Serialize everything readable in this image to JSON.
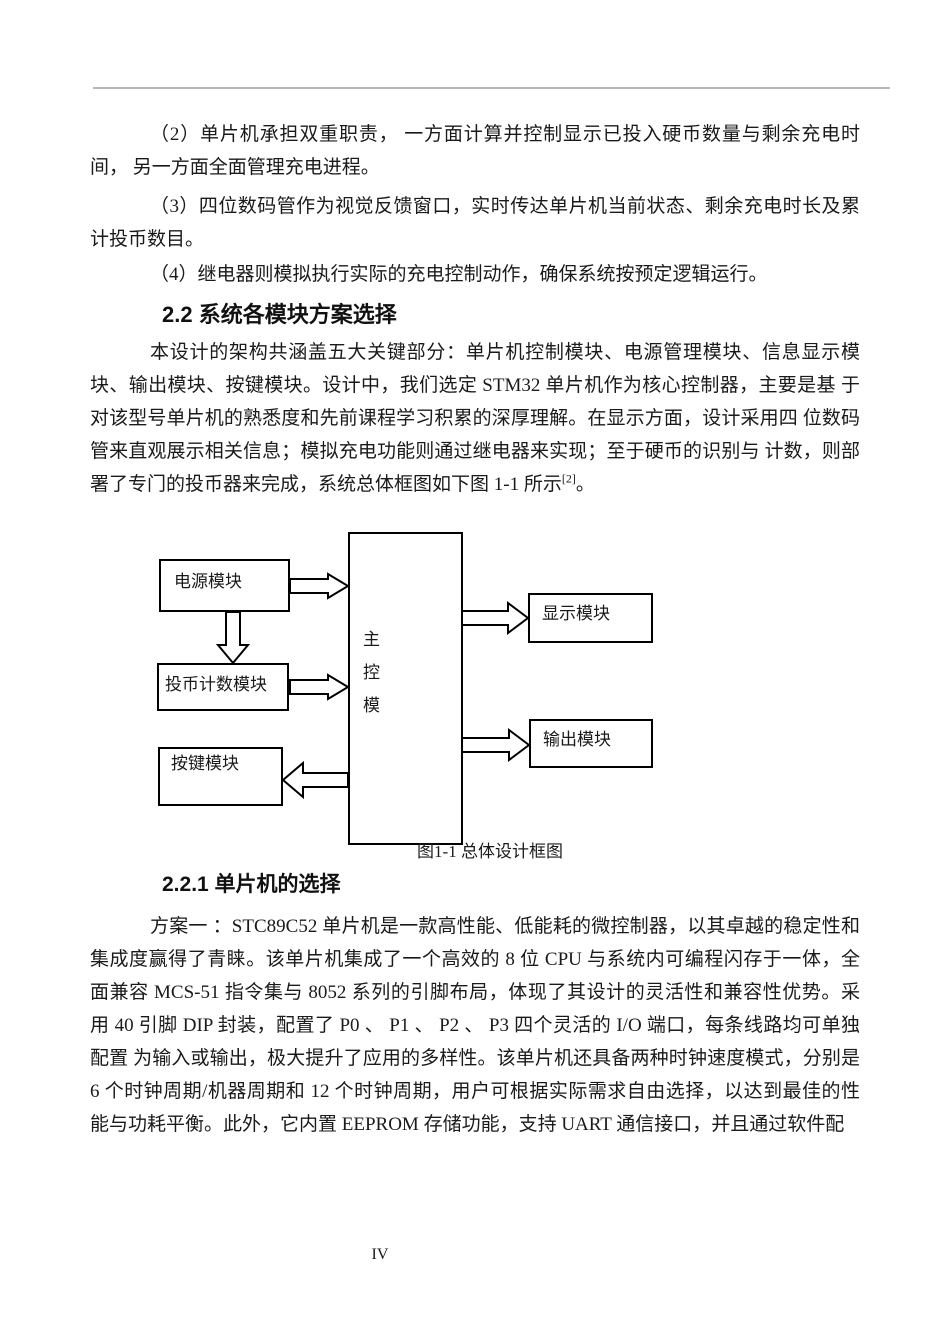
{
  "document": {
    "headings": {
      "section": "2.2 系统各模块方案选择",
      "subsection": "2.2.1 单片机的选择"
    },
    "paragraphs": {
      "p2": "（2）单片机承担双重职责，  一方面计算并控制显示已投入硬币数量与剩余充电时间， 另一方面全面管理充电进程。",
      "p3": "（3）四位数码管作为视觉反馈窗口，实时传达单片机当前状态、剩余充电时长及累计投币数目。",
      "p4": "（4）继电器则模拟执行实际的充电控制动作，确保系统按预定逻辑运行。",
      "intro_text": "本设计的架构共涵盖五大关键部分：单片机控制模块、电源管理模块、信息显示模块、输出模块、按键模块。设计中，我们选定 STM32 单片机作为核心控制器，主要是基 于对该型号单片机的熟悉度和先前课程学习积累的深厚理解。在显示方面，设计采用四 位数码管来直观展示相关信息；模拟充电功能则通过继电器来实现；至于硬币的识别与 计数，则部署了专门的投币器来完成，系统总体框图如下图 1-1 所示",
      "intro_citation": "[2]",
      "intro_end": "。",
      "scheme1": "方案一 ：STC89C52 单片机是一款高性能、低能耗的微控制器，以其卓越的稳定性和 集成度赢得了青睐。该单片机集成了一个高效的 8 位 CPU 与系统内可编程闪存于一体，全 面兼容 MCS-51 指令集与 8052 系列的引脚布局，体现了其设计的灵活性和兼容性优势。采 用 40 引脚 DIP 封装，配置了 P0 、 P1 、 P2 、 P3 四个灵活的 I/O 端口，每条线路均可单独配置 为输入或输出，极大提升了应用的多样性。该单片机还具备两种时钟速度模式，分别是 6 个时钟周期/机器周期和 12 个时钟周期，用户可根据实际需求自由选择，以达到最佳的性 能与功耗平衡。此外，它内置 EEPROM 存储功能，支持 UART 通信接口，并且通过软件配"
    },
    "diagram": {
      "caption": "图1-1 总体设计框图",
      "boxes": {
        "power": "电源模块",
        "coin": "投币计数模块",
        "key": "按键模块",
        "display": "显示模块",
        "output": "输出模块",
        "main_chars": [
          "主",
          "控",
          "模"
        ]
      },
      "connections": [
        {
          "from": "电源模块",
          "to": "主控模块",
          "direction": "right"
        },
        {
          "from": "电源模块",
          "to": "投币计数模块",
          "direction": "down"
        },
        {
          "from": "投币计数模块",
          "to": "主控模块",
          "direction": "right"
        },
        {
          "from": "主控模块",
          "to": "显示模块",
          "direction": "right"
        },
        {
          "from": "主控模块",
          "to": "输出模块",
          "direction": "right"
        },
        {
          "from": "主控模块",
          "to": "按键模块",
          "direction": "left"
        }
      ]
    },
    "footer": {
      "page_number": "IV"
    }
  },
  "colors": {
    "background": "#ffffff",
    "text": "#1a1a1a",
    "diagram_line": "#000000",
    "header_rule": "#b7b7b7"
  }
}
